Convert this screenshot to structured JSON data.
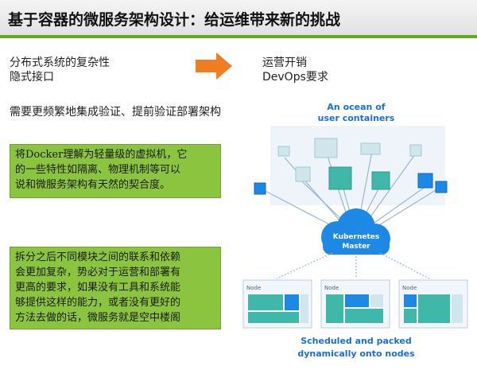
{
  "header": {
    "title": "基于容器的微服务架构设计：给运维带来新的挑战"
  },
  "left_top": {
    "line1": "分布式系统的复杂性",
    "line2": "隐式接口"
  },
  "right_top": {
    "line1": "运营开销",
    "line2": "DevOps要求"
  },
  "middle_text": "需要更频繁地集成验证、提前验证部署架构",
  "box1": {
    "lines": [
      "将Docker理解为轻量级的虚拟机，它",
      "的一些特性如隔离、物理机制等可以",
      "说和微服务架构有天然的契合度。"
    ]
  },
  "box2": {
    "lines": [
      "拆分之后不同模块之间的联系和依赖",
      "会更加复杂，势必对于运营和部署有",
      "更高的要求，如果没有工具和系统能",
      "够提供这样的能力，或者没有更好的",
      "方法去做的话，微服务就是空中楼阁"
    ]
  },
  "diagram": {
    "top_caption": {
      "line1": "An ocean of",
      "line2": "user containers"
    },
    "cloud": {
      "line1": "Kubernetes",
      "line2": "Master"
    },
    "nodes": [
      "Node",
      "Node",
      "Node"
    ],
    "bottom_caption": {
      "line1": "Scheduled and packed",
      "line2": "dynamically onto nodes"
    }
  },
  "colors": {
    "accent_green": "#8bc43f",
    "rule_green": "#5faa1e",
    "arrow_orange": "#ef7d22",
    "k8s_blue": "#1e88e5",
    "caption_blue": "#1a6fd6",
    "container_teal": "#3fb8a9"
  }
}
